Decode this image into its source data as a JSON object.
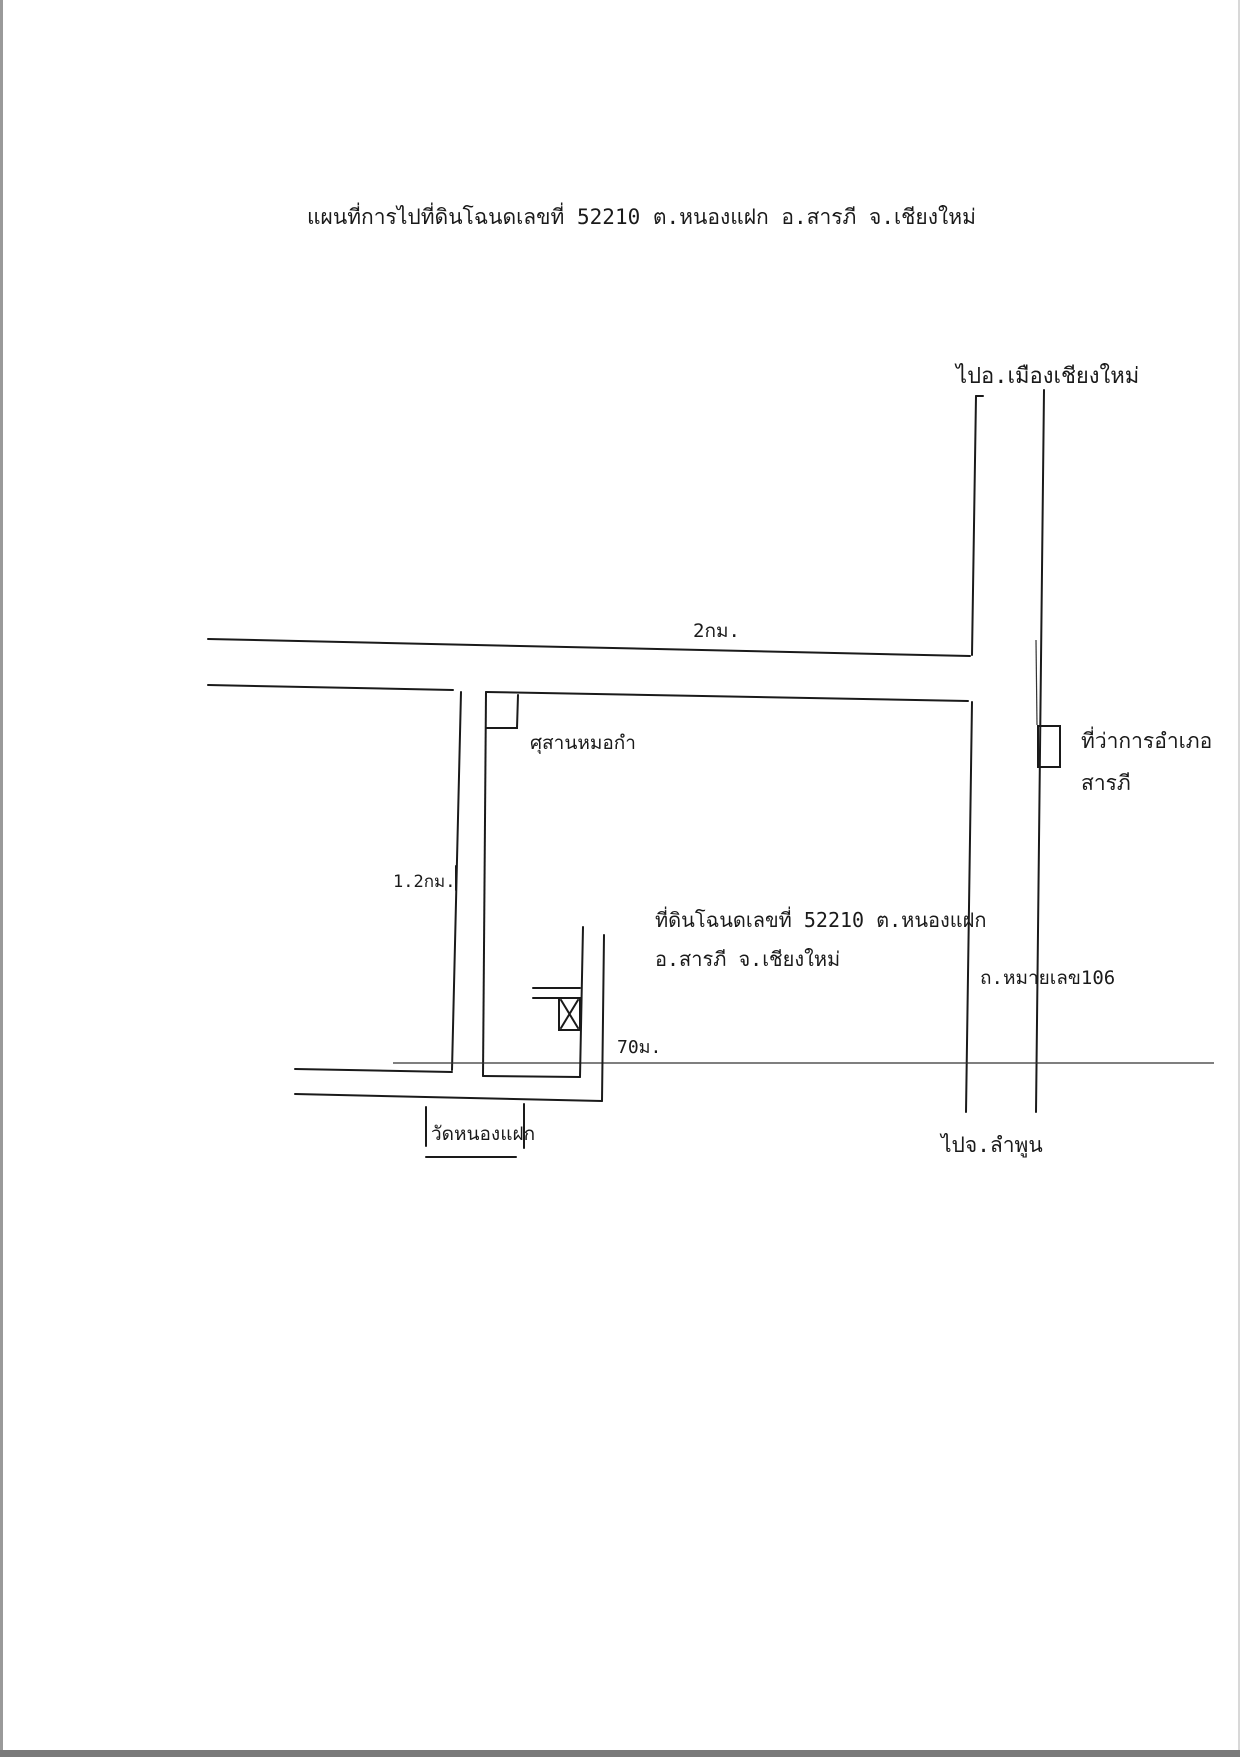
{
  "document": {
    "title": "แผนที่การไปที่ดินโฉนดเลขที่ 52210 ต.หนองแฝก อ.สารภี จ.เชียงใหม่"
  },
  "labels": {
    "to_mueang": "ไปอ.เมืองเชียงใหม่",
    "dist_2km": "2กม.",
    "shrine": "ศุสานหมอกำ",
    "district_office_1": "ที่ว่าการอำเภอ",
    "district_office_2": "สารภี",
    "dist_1_2km": "1.2กม.",
    "parcel_1": "ที่ดินโฉนดเลขที่  52210  ต.หนองแฝก",
    "parcel_2": "อ.สารภี จ.เชียงใหม่",
    "highway": "ถ.หมายเลข106",
    "dist_70m": "70ม.",
    "temple": "วัดหนองแฝก",
    "to_lamphun": "ไปจ.ลำพูน"
  },
  "colors": {
    "ink": "#1a1a1a",
    "paper": "#ffffff"
  }
}
